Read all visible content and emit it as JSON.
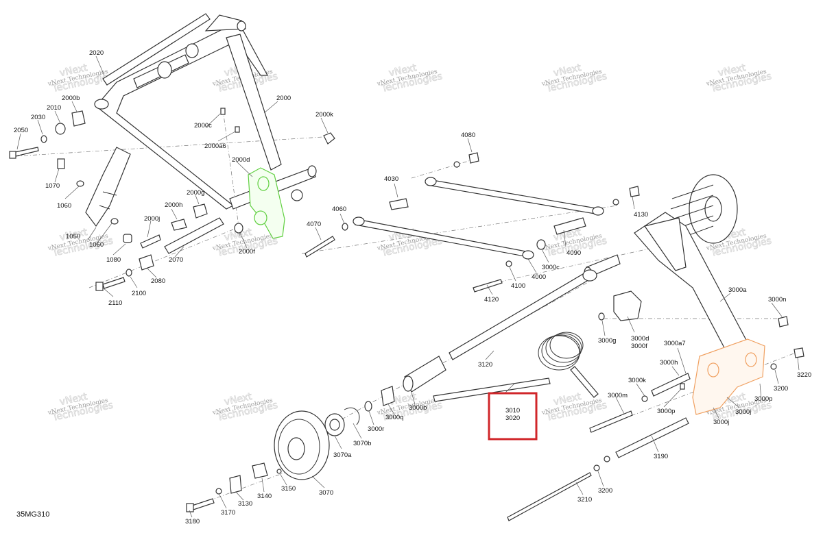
{
  "diagram": {
    "reference": "35MG310",
    "watermark": [
      "vNext Technologies",
      "vNext",
      "Technologies"
    ],
    "highlight_colors": {
      "box": "#d0262a",
      "green_part": "#5fcf3f",
      "orange_part": "#f0a060"
    },
    "callouts": {
      "c2020": "2020",
      "c2000b": "2000b",
      "c2010": "2010",
      "c2030": "2030",
      "c2050": "2050",
      "c2000": "2000",
      "c2000c": "2000c",
      "c2000a6": "2000a6",
      "c2000k": "2000k",
      "c2000d": "2000d",
      "c2000f": "2000f",
      "c1070": "1070",
      "c1060a": "1060",
      "c1050": "1050",
      "c1060b": "1060",
      "c1080": "1080",
      "c2000g": "2000g",
      "c2000h": "2000h",
      "c2000j": "2000j",
      "c2070": "2070",
      "c2080": "2080",
      "c2100": "2100",
      "c2110": "2110",
      "c4080": "4080",
      "c4030": "4030",
      "c4060": "4060",
      "c4070": "4070",
      "c4130": "4130",
      "c4090": "4090",
      "c3000c": "3000c",
      "c4000": "4000",
      "c4100": "4100",
      "c4120": "4120",
      "c3000a": "3000a",
      "c3000n": "3000n",
      "c3000g": "3000g",
      "c3000d": "3000d",
      "c3000f": "3000f",
      "c3000a7": "3000a7",
      "c3000h": "3000h",
      "c3220": "3220",
      "c3200a": "3200",
      "c3000k": "3000k",
      "c3000m": "3000m",
      "c3000p1": "3000p",
      "c3000p2": "3000p",
      "c3000j1": "3000j",
      "c3000j2": "3000j",
      "c3120": "3120",
      "c3000b": "3000b",
      "c3000q": "3000q",
      "c3000r": "3000r",
      "c3010": "3010",
      "c3020": "3020",
      "c3070b": "3070b",
      "c3070a": "3070a",
      "c3070": "3070",
      "c3150": "3150",
      "c3140": "3140",
      "c3130": "3130",
      "c3170": "3170",
      "c3180": "3180",
      "c3190": "3190",
      "c3200b": "3200",
      "c3210": "3210"
    }
  }
}
